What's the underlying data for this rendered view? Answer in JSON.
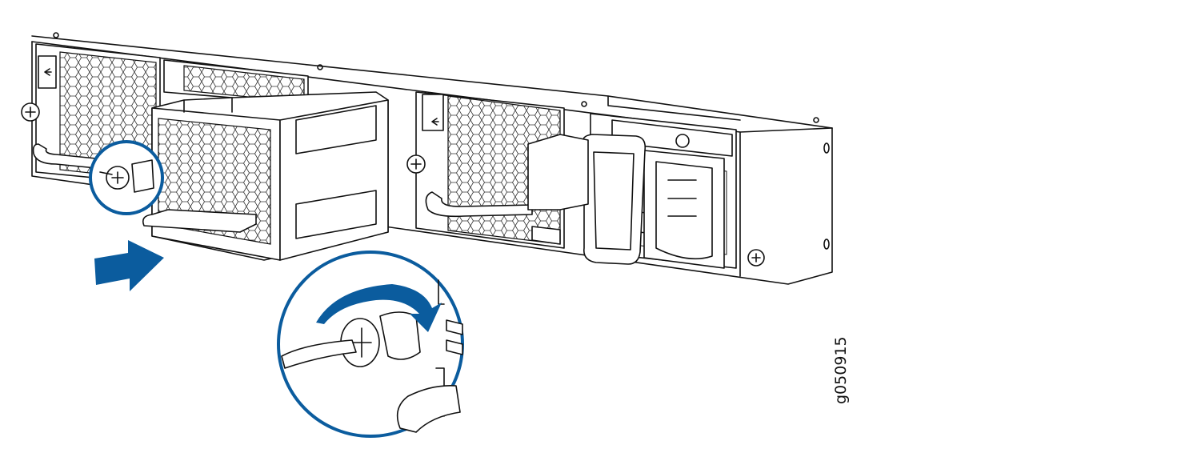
{
  "figure": {
    "id_label": "g050915",
    "accent_color": "#0b5c9e",
    "icons": [
      "chassis-rear-panel",
      "fan-module",
      "power-supply",
      "insertion-arrow",
      "captive-screw-detail"
    ]
  }
}
